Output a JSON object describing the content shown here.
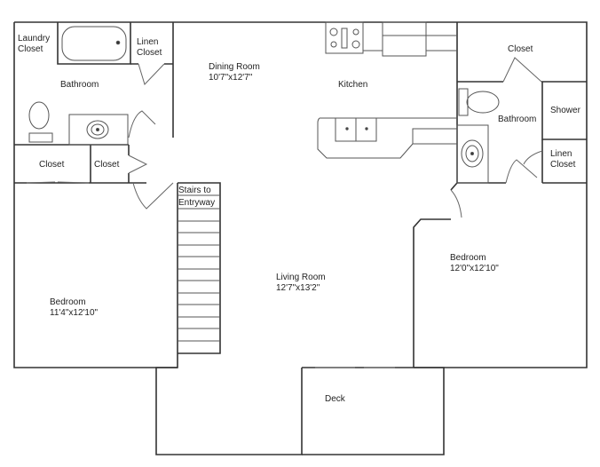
{
  "rooms": {
    "laundry_closet": {
      "name": "Laundry",
      "name2": "Closet"
    },
    "linen_closet_left": {
      "name": "Linen",
      "name2": "Closet"
    },
    "bathroom_left": {
      "name": "Bathroom"
    },
    "closet_left_1": {
      "name": "Closet"
    },
    "closet_left_2": {
      "name": "Closet"
    },
    "dining_room": {
      "name": "Dining Room",
      "dims": "10'7\"x12'7\""
    },
    "kitchen": {
      "name": "Kitchen"
    },
    "closet_right": {
      "name": "Closet"
    },
    "bathroom_right": {
      "name": "Bathroom"
    },
    "shower": {
      "name": "Shower"
    },
    "linen_closet_right": {
      "name": "Linen",
      "name2": "Closet"
    },
    "stairs": {
      "name": "Stairs to",
      "name2": "Entryway"
    },
    "bedroom_left": {
      "name": "Bedroom",
      "dims": "11'4\"x12'10\""
    },
    "living_room": {
      "name": "Living Room",
      "dims": "12'7\"x13'2\""
    },
    "bedroom_right": {
      "name": "Bedroom",
      "dims": "12'0\"x12'10\""
    },
    "deck": {
      "name": "Deck"
    }
  },
  "colors": {
    "wall": "#333333",
    "fixture": "#555555",
    "background": "#ffffff"
  }
}
